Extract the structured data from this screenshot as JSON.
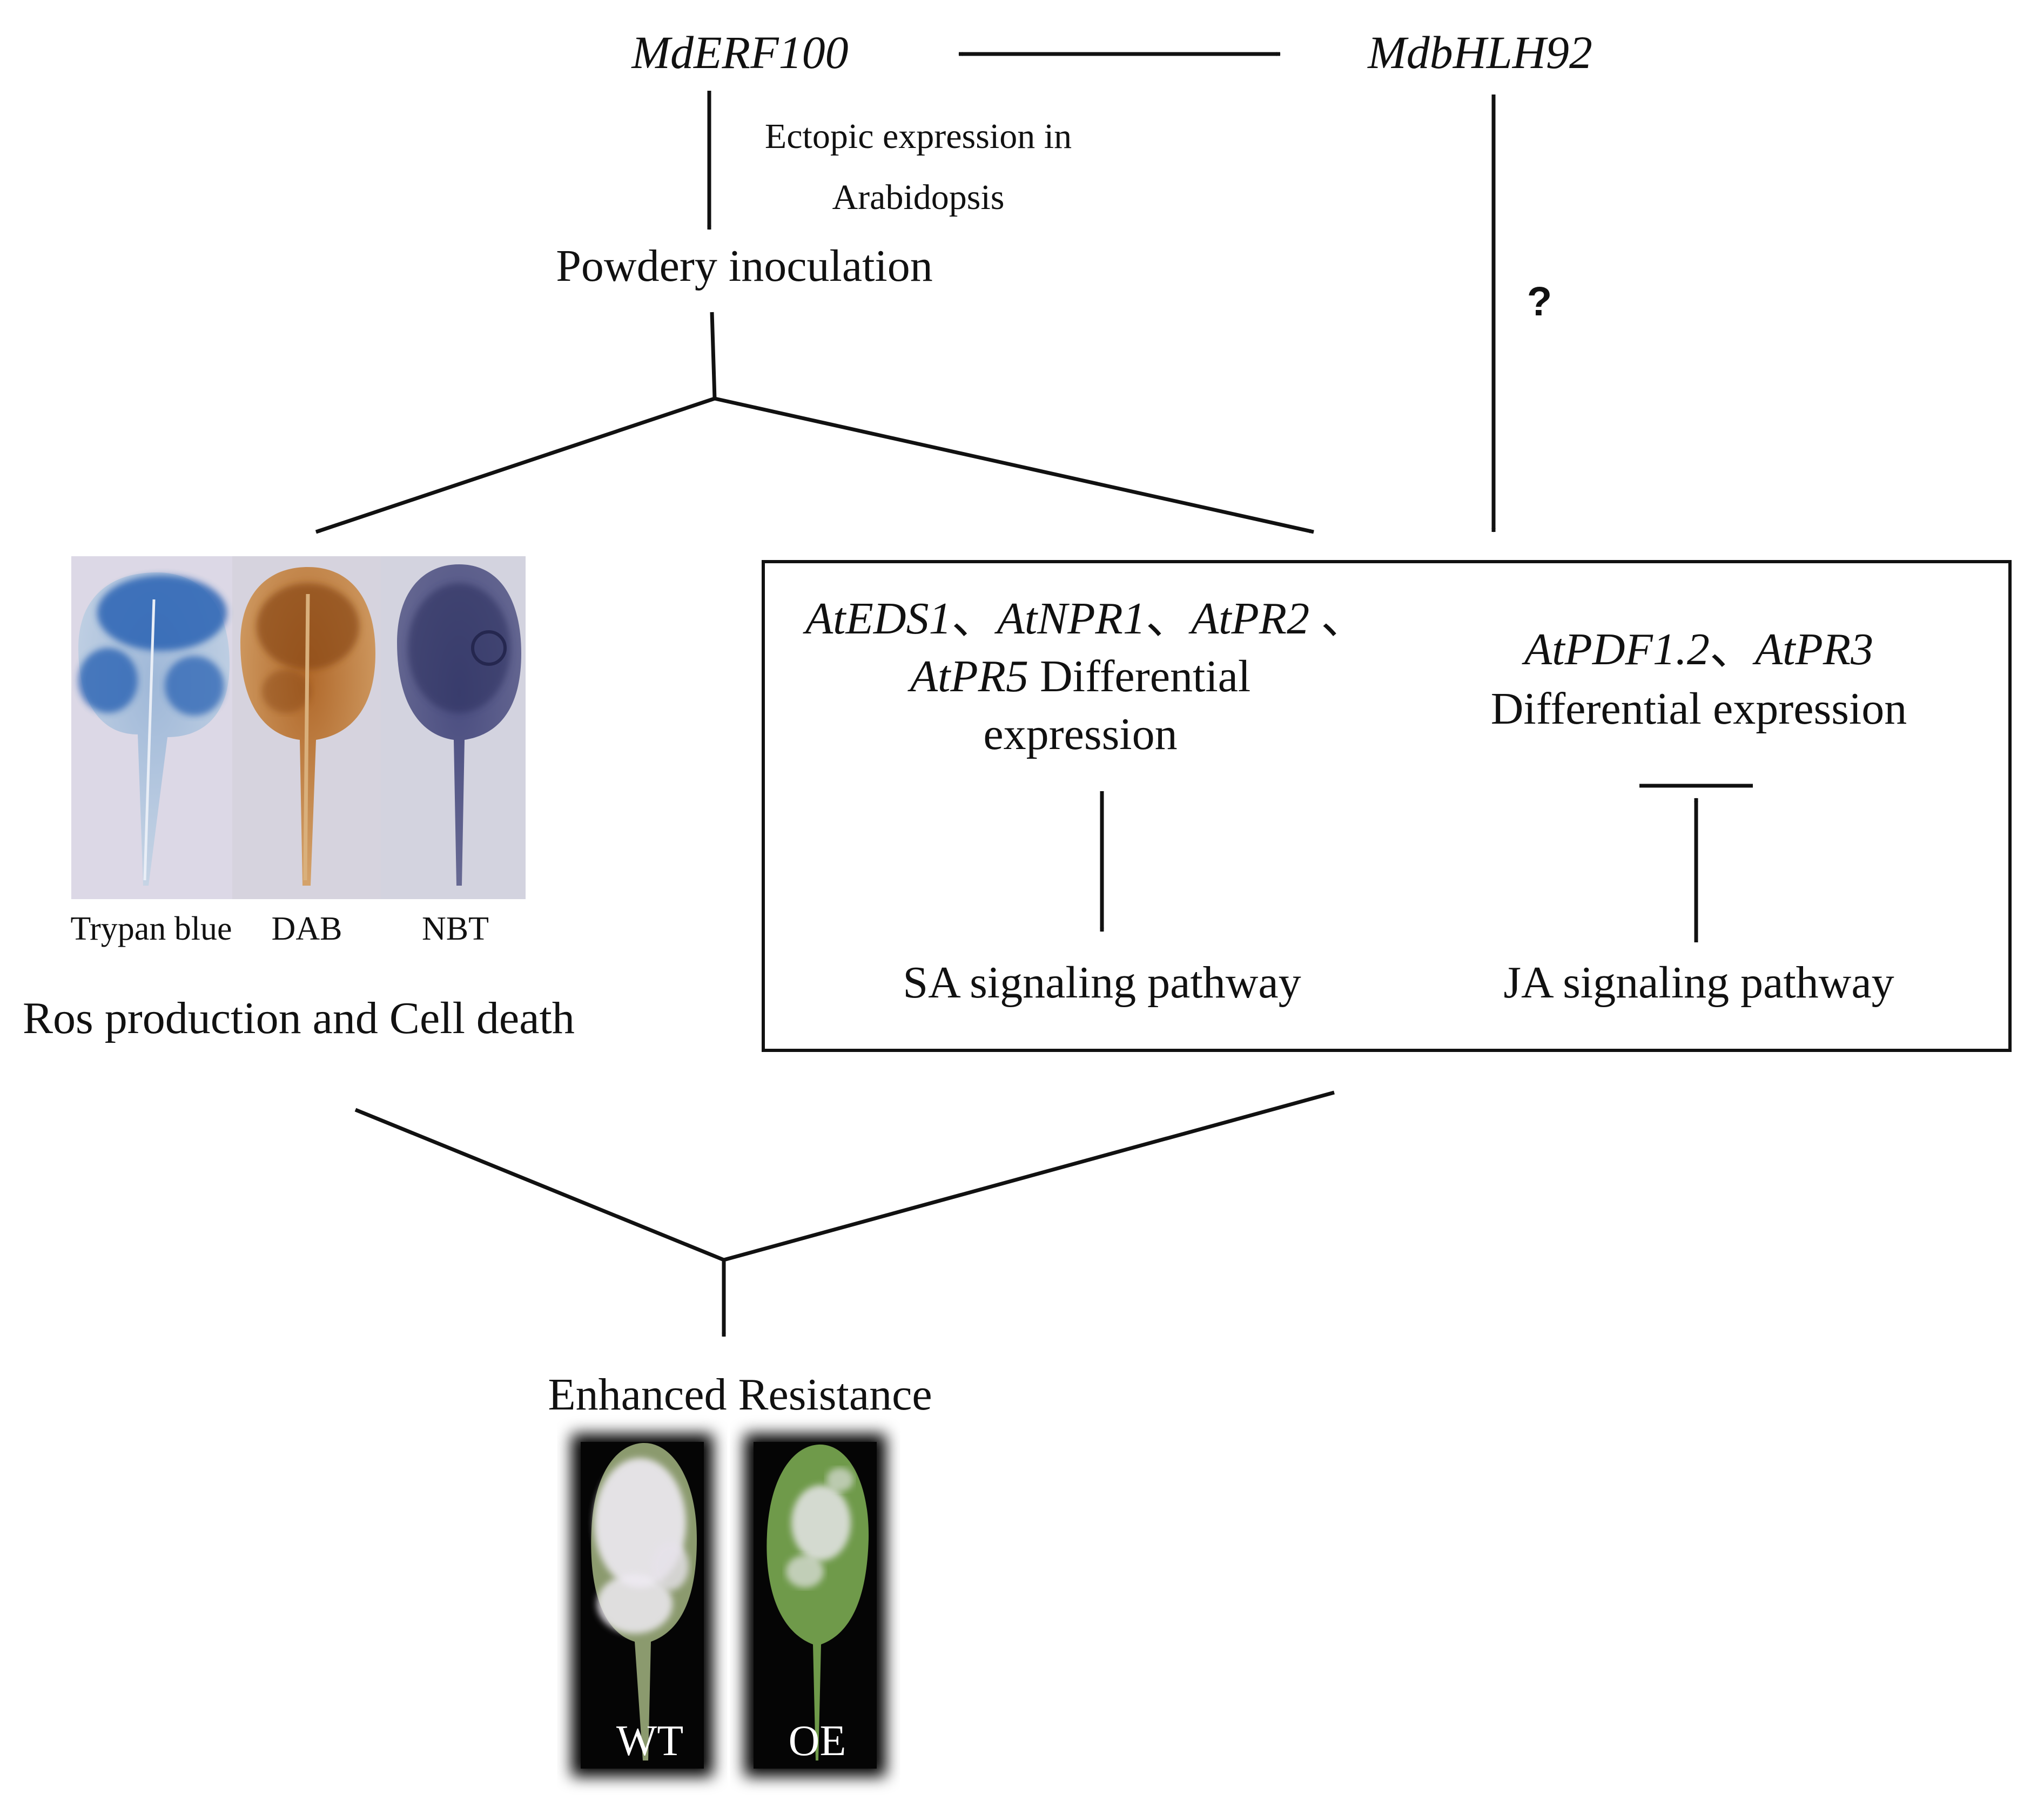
{
  "genes": {
    "erf": "MdERF100",
    "bhlh": "MdbHLH92"
  },
  "labels": {
    "ectopic_line1": "Ectopic expression in",
    "ectopic_line2": "Arabidopsis",
    "powdery": "Powdery inoculation",
    "question": "?",
    "stain_trypan": "Trypan blue",
    "stain_dab": "DAB",
    "stain_nbt": "NBT",
    "ros": "Ros production and Cell death",
    "enhanced": "Enhanced Resistance",
    "wt": "WT",
    "oe": "OE"
  },
  "sa_box": {
    "gene_eds1": "AtEDS1",
    "sep1": "、",
    "gene_npr1": "AtNPR1",
    "sep2": "、",
    "gene_pr2": "AtPR2",
    "sep3": " 、",
    "gene_pr5": "AtPR5",
    "diff_word": " Differential",
    "expression_word": "expression",
    "pathway": "SA signaling pathway"
  },
  "ja_box": {
    "gene_pdf": "AtPDF1.2",
    "sep": "、",
    "gene_pr3": "AtPR3",
    "diff_expression": "Differential expression",
    "pathway": "JA signaling pathway"
  },
  "colors": {
    "line": "#111111",
    "trypan_blue": "#2a63b4",
    "dab_brown": "#a05a1e",
    "nbt_purple": "#3d3f73",
    "leaf_wt": "#8b9a6e",
    "leaf_oe": "#6f9a4a",
    "mildew": "#eeeaf2",
    "photo_bg": "#050505"
  }
}
